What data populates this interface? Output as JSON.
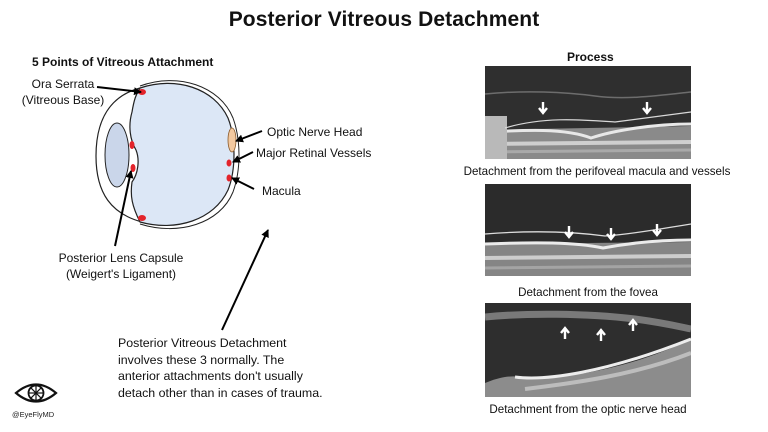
{
  "title": "Posterior Vitreous Detachment",
  "left_heading": "5 Points of Vitreous Attachment",
  "right_heading": "Process",
  "labels": {
    "ora_serrata_line1": "Ora Serrata",
    "ora_serrata_line2": "(Vitreous Base)",
    "optic_nerve_head": "Optic Nerve Head",
    "major_retinal_vessels": "Major Retinal Vessels",
    "macula": "Macula",
    "lens_capsule_line1": "Posterior Lens Capsule",
    "lens_capsule_line2": "(Weigert's Ligament)"
  },
  "note": {
    "line1": "Posterior Vitreous Detachment",
    "line2": "involves these 3 normally. The",
    "line3": "anterior attachments don't usually",
    "line4": "detach other than in cases of trauma."
  },
  "captions": [
    "Detachment from the perifoveal macula and vessels",
    "Detachment from the fovea",
    "Detachment from the optic nerve head"
  ],
  "logo": {
    "handle": "@EyeFlyMD"
  },
  "colors": {
    "vitreous": "#dce7f6",
    "attachment": "#e3242b",
    "optic_disc": "#f3c9a0"
  }
}
